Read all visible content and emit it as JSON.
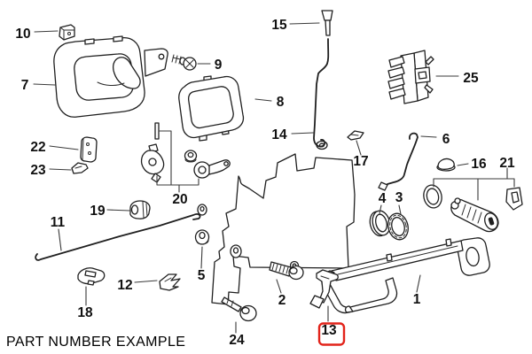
{
  "caption": "PART NUMBER EXAMPLE",
  "highlight": {
    "part": "13",
    "box_color": "#e2231a"
  },
  "ink_color": "#1f1f1f",
  "background": "#ffffff",
  "labels": {
    "n1": "1",
    "n2": "2",
    "n3": "3",
    "n4": "4",
    "n5": "5",
    "n6": "6",
    "n7": "7",
    "n8": "8",
    "n9": "9",
    "n10": "10",
    "n11": "11",
    "n12": "12",
    "n13": "13",
    "n14": "14",
    "n15": "15",
    "n16": "16",
    "n17": "17",
    "n18": "18",
    "n19": "19",
    "n20": "20",
    "n21": "21",
    "n22": "22",
    "n23": "23",
    "n24": "24",
    "n25": "25"
  }
}
